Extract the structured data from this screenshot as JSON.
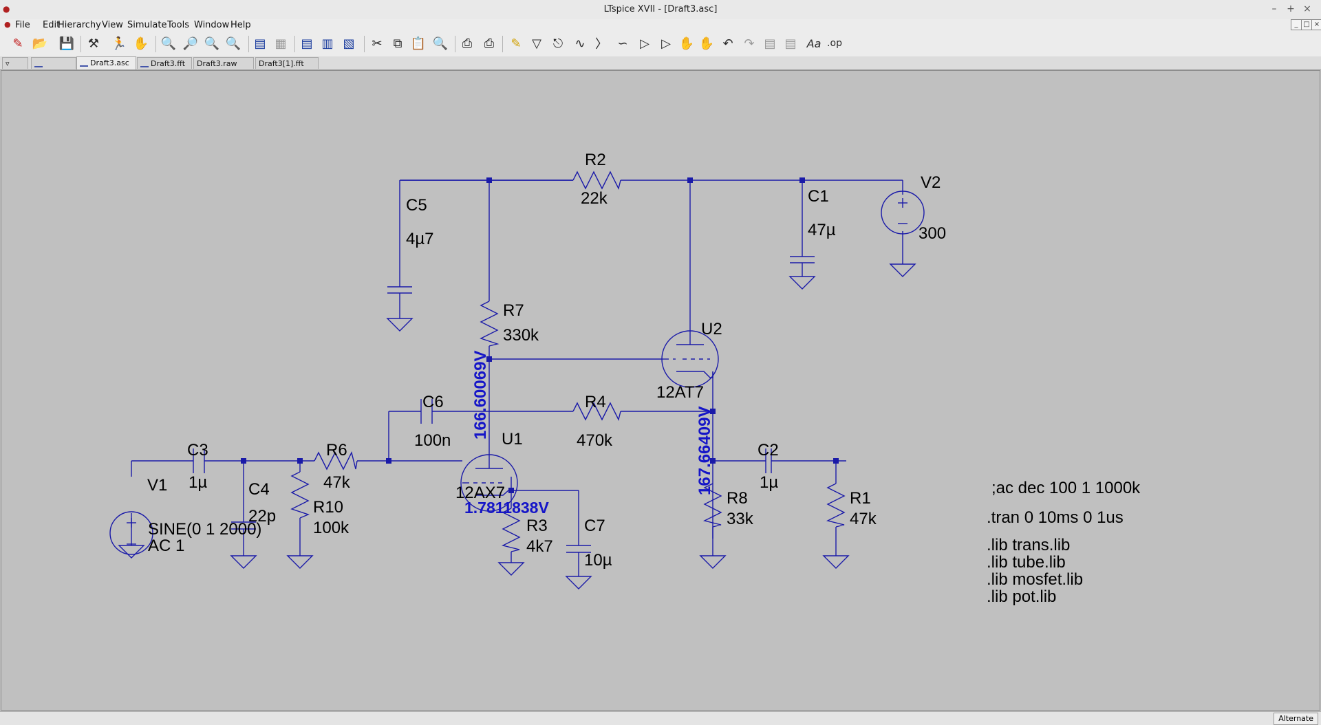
{
  "window": {
    "title": "LTspice XVII - [Draft3.asc]"
  },
  "menu": [
    "File",
    "Edit",
    "Hierarchy",
    "View",
    "Simulate",
    "Tools",
    "Window",
    "Help"
  ],
  "tabs": [
    {
      "label": "",
      "active": false
    },
    {
      "label": "",
      "active": false
    },
    {
      "label": "Draft3.asc",
      "active": true
    },
    {
      "label": "Draft3.fft",
      "active": false
    },
    {
      "label": "Draft3.raw",
      "active": false
    },
    {
      "label": "Draft3[1].fft",
      "active": false
    }
  ],
  "status": {
    "mode": "Alternate"
  },
  "schematic": {
    "components": {
      "R2": {
        "ref": "R2",
        "value": "22k"
      },
      "C5": {
        "ref": "C5",
        "value": "4µ7"
      },
      "C1": {
        "ref": "C1",
        "value": "47µ"
      },
      "V2": {
        "ref": "V2",
        "value": "300"
      },
      "R7": {
        "ref": "R7",
        "value": "330k"
      },
      "U2": {
        "ref": "U2",
        "value": "12AT7"
      },
      "C6": {
        "ref": "C6",
        "value": "100n"
      },
      "R4": {
        "ref": "R4",
        "value": "470k"
      },
      "U1": {
        "ref": "U1",
        "value": "12AX7"
      },
      "C3": {
        "ref": "C3",
        "value": "1µ"
      },
      "R6": {
        "ref": "R6",
        "value": "47k"
      },
      "V1": {
        "ref": "V1",
        "value": "SINE(0 1 2000)",
        "value2": "AC 1"
      },
      "C4": {
        "ref": "C4",
        "value": "22p"
      },
      "R10": {
        "ref": "R10",
        "value": "100k"
      },
      "R3": {
        "ref": "R3",
        "value": "4k7"
      },
      "C7": {
        "ref": "C7",
        "value": "10µ"
      },
      "C2": {
        "ref": "C2",
        "value": "1µ"
      },
      "R8": {
        "ref": "R8",
        "value": "33k"
      },
      "R1": {
        "ref": "R1",
        "value": "47k"
      }
    },
    "voltages": {
      "u1_plate": "166.60069V",
      "u2_cathode": "167.66409V",
      "u1_cathode": "1.7811838V"
    },
    "directives": [
      ";ac dec 100 1 1000k",
      ".tran 0 10ms 0 1us",
      ".lib trans.lib",
      ".lib tube.lib",
      ".lib mosfet.lib",
      ".lib pot.lib"
    ]
  }
}
